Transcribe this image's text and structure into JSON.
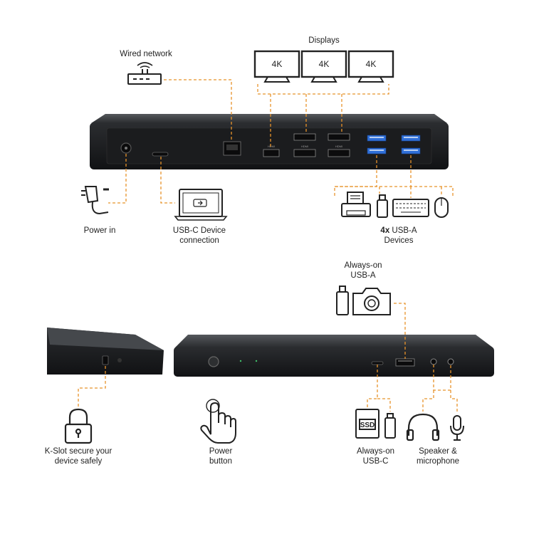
{
  "labels": {
    "displays": "Displays",
    "wired_network": "Wired network",
    "power_in": "Power in",
    "usbc_device_l1": "USB-C Device",
    "usbc_device_l2": "connection",
    "usba_bold": "4x",
    "usba_rest": " USB-A",
    "usba_l2": "Devices",
    "always_on_usba_l1": "Always-on",
    "always_on_usba_l2": "USB-A",
    "kslot_l1": "K-Slot secure your",
    "kslot_l2": "device safely",
    "power_button_l1": "Power",
    "power_button_l2": "button",
    "always_on_usbc_l1": "Always-on",
    "always_on_usbc_l2": "USB-C",
    "speaker_l1": "Speaker &",
    "speaker_l2": "microphone"
  },
  "monitors": [
    "4K",
    "4K",
    "4K"
  ],
  "ssd_label": "SSD",
  "port_text": [
    "HDMI",
    "HDMI",
    "HDMI"
  ],
  "icons": [
    "router-icon",
    "monitor-icon",
    "power-adapter-icon",
    "laptop-icon",
    "printer-icon",
    "usb-stick-icon",
    "keyboard-icon",
    "mouse-icon",
    "camera-icon",
    "lock-icon",
    "hand-press-icon",
    "ssd-icon",
    "headphones-icon",
    "microphone-icon"
  ],
  "colors": {
    "connector_line": "#e8932b",
    "dock_body": "#222426",
    "port_blue": "#2f6fd8"
  }
}
